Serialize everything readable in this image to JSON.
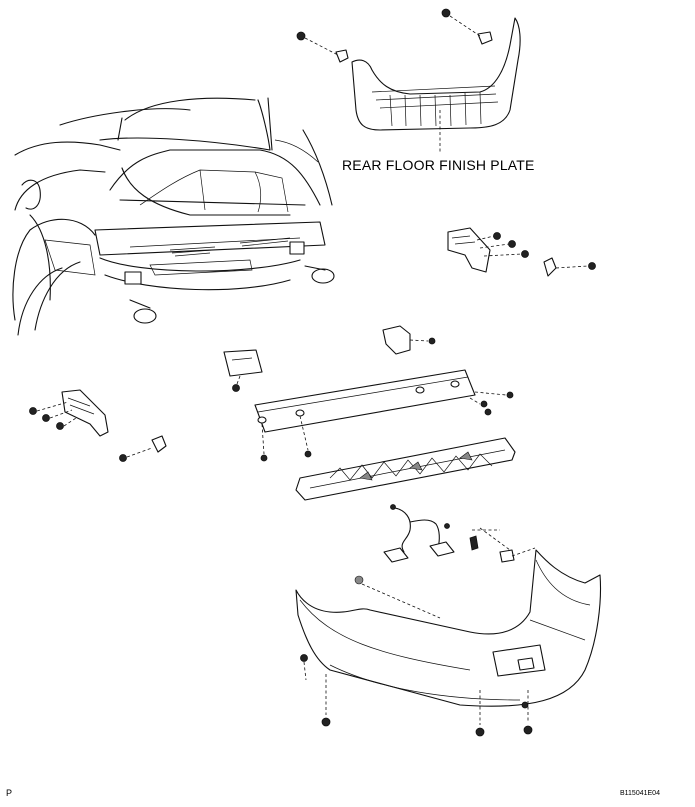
{
  "labels": {
    "rear_floor_finish_plate": "REAR FLOOR FINISH PLATE",
    "corner_mark": "P",
    "figure_code": "B115041E04"
  }
}
